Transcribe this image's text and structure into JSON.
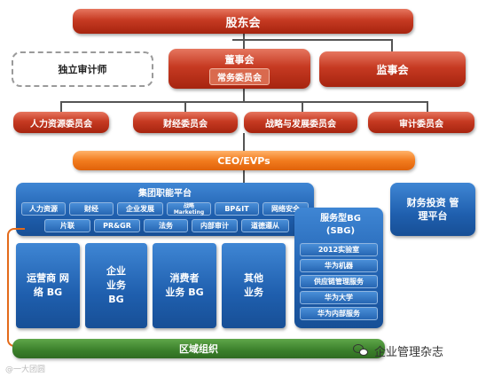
{
  "shareholders": "股东会",
  "independent_auditor": "独立审计师",
  "board": "董事会",
  "standing_committee": "常务委员会",
  "supervisory_board": "监事会",
  "committees": [
    "人力资源委员会",
    "财经委员会",
    "战略与发展委员会",
    "审计委员会"
  ],
  "ceo": "CEO/EVPs",
  "group_platform": {
    "title": "集团职能平台",
    "row1": [
      "人力资源",
      "财经",
      "企业发展",
      "战略 Marketing",
      "BP&IT",
      "网络安全"
    ],
    "row2": [
      "片联",
      "PR&GR",
      "法务",
      "内部审计",
      "道德遵从"
    ]
  },
  "bgs": [
    "运营商 网络 BG",
    "企业 业务 BG",
    "消费者 业务 BG",
    "其他 业务"
  ],
  "sbg": {
    "title": "服务型BG (SBG)",
    "items": [
      "2012实验室",
      "华为机器",
      "供应链管理服务",
      "华为大学",
      "华为内部服务"
    ]
  },
  "finance_platform": "财务投资 管理平台",
  "regional": "区域组织",
  "watermark": "企业管理杂志",
  "credit": "@一大团圆",
  "colors": {
    "red": "#c63a22",
    "orange": "#f27c1e",
    "blue": "#1f5fae",
    "green": "#3a7f2a"
  }
}
